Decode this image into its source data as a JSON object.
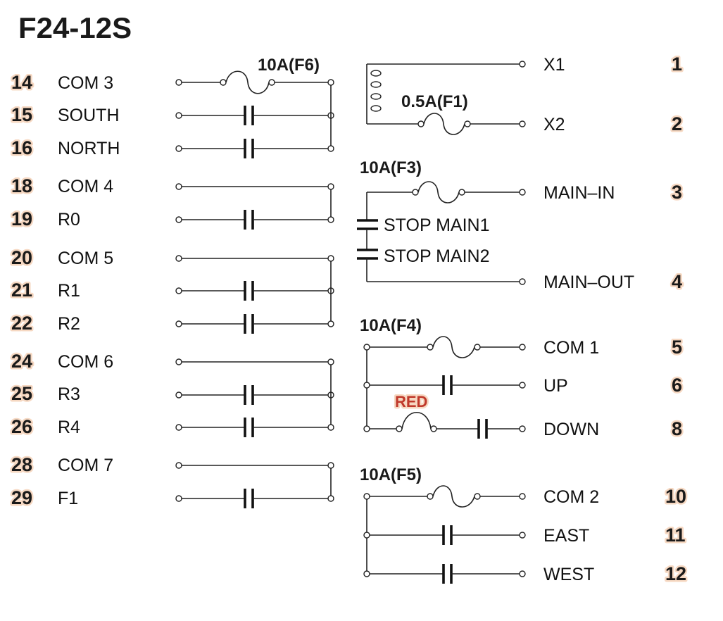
{
  "title": "F24-12S",
  "colors": {
    "ink": "#1a1a1a",
    "terminal_glow": "#f6d8c2",
    "red_label": "#c0392b"
  },
  "left_rows": [
    {
      "num": "14",
      "label": "COM 3"
    },
    {
      "num": "15",
      "label": "SOUTH"
    },
    {
      "num": "16",
      "label": "NORTH"
    },
    {
      "num": "18",
      "label": "COM 4"
    },
    {
      "num": "19",
      "label": "R0"
    },
    {
      "num": "20",
      "label": "COM 5"
    },
    {
      "num": "21",
      "label": "R1"
    },
    {
      "num": "22",
      "label": "R2"
    },
    {
      "num": "24",
      "label": "COM 6"
    },
    {
      "num": "25",
      "label": "R3"
    },
    {
      "num": "26",
      "label": "R4"
    },
    {
      "num": "28",
      "label": "COM 7"
    },
    {
      "num": "29",
      "label": "F1"
    }
  ],
  "right_rows": [
    {
      "num": "1",
      "label": "X1"
    },
    {
      "num": "2",
      "label": "X2"
    },
    {
      "num": "3",
      "label": "MAIN–IN"
    },
    {
      "num": "4",
      "label": "MAIN–OUT"
    },
    {
      "num": "5",
      "label": "COM 1"
    },
    {
      "num": "6",
      "label": "UP"
    },
    {
      "num": "8",
      "label": "DOWN"
    },
    {
      "num": "10",
      "label": "COM 2"
    },
    {
      "num": "11",
      "label": "EAST"
    },
    {
      "num": "12",
      "label": "WEST"
    }
  ],
  "fuses": {
    "f6": "10A(F6)",
    "f1": "0.5A(F1)",
    "f3": "10A(F3)",
    "f4": "10A(F4)",
    "f5": "10A(F5)"
  },
  "stops": [
    "STOP MAIN1",
    "STOP MAIN2"
  ],
  "red_link": "RED"
}
